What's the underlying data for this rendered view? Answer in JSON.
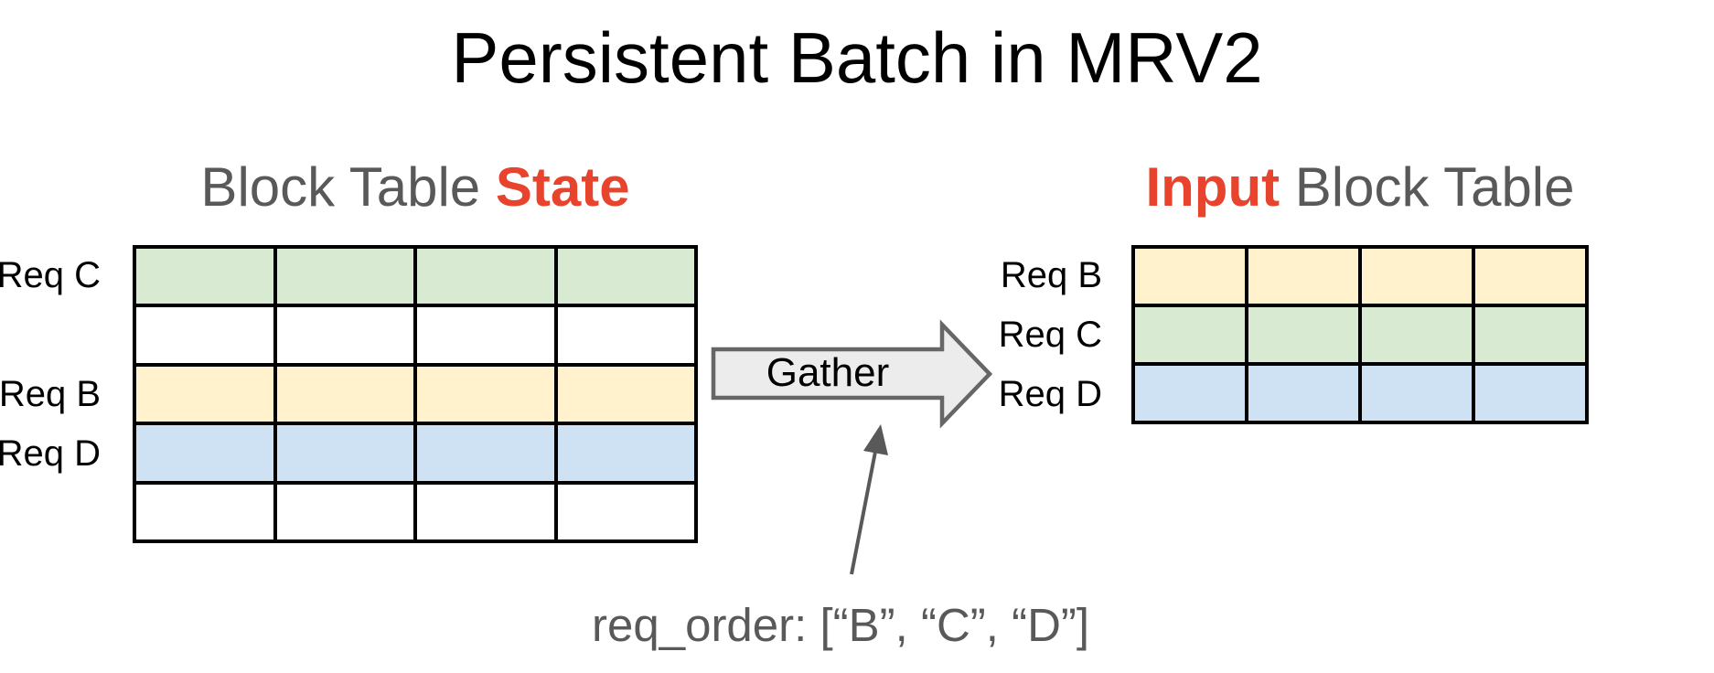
{
  "title": "Persistent Batch in MRV2",
  "left_table": {
    "title_prefix": "Block Table ",
    "title_emphasis": "State",
    "columns": 4,
    "rows": [
      {
        "label": "Req C",
        "color": "green"
      },
      {
        "label": "",
        "color": "white"
      },
      {
        "label": "Req B",
        "color": "yellow"
      },
      {
        "label": "Req D",
        "color": "blue"
      },
      {
        "label": "",
        "color": "white"
      }
    ]
  },
  "right_table": {
    "title_emphasis": "Input",
    "title_suffix": " Block Table",
    "columns": 4,
    "rows": [
      {
        "label": "Req B",
        "color": "yellow"
      },
      {
        "label": "Req C",
        "color": "green"
      },
      {
        "label": "Req D",
        "color": "blue"
      }
    ]
  },
  "gather_arrow": {
    "label": "Gather"
  },
  "annotation": {
    "text": "req_order: [“B”, “C”, “D”]"
  },
  "colors": {
    "green": "#d9ead3",
    "yellow": "#fff2cc",
    "blue": "#cfe2f3",
    "white": "#ffffff",
    "red": "#e8432d",
    "gray_text": "#595959",
    "table_border": "#000000",
    "arrow_fill": "#ececec",
    "arrow_stroke": "#666666",
    "annotation_arrow": "#595959"
  }
}
